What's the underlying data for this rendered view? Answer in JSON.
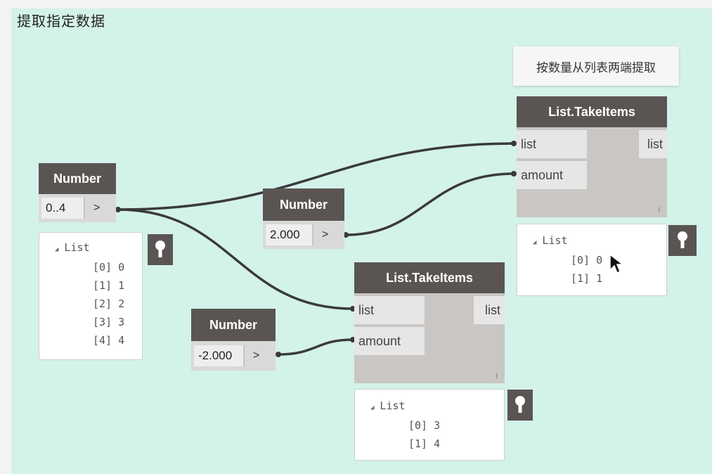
{
  "group": {
    "title": "提取指定数据"
  },
  "note": {
    "text": "按数量从列表两端提取"
  },
  "nodes": {
    "number_range": {
      "title": "Number",
      "value": "0..4",
      "out": ">"
    },
    "number_2": {
      "title": "Number",
      "value": "2.000",
      "out": ">"
    },
    "number_neg2": {
      "title": "Number",
      "value": "-2.000",
      "out": ">"
    },
    "takeitems_top": {
      "title": "List.TakeItems",
      "in_list": "list",
      "in_amount": "amount",
      "out_list": "list",
      "mark": "l"
    },
    "takeitems_bottom": {
      "title": "List.TakeItems",
      "in_list": "list",
      "in_amount": "amount",
      "out_list": "list",
      "mark": "l"
    }
  },
  "previews": {
    "range": {
      "header": "List",
      "items": [
        "[0] 0",
        "[1] 1",
        "[2] 2",
        "[3] 3",
        "[4] 4"
      ]
    },
    "top_result": {
      "header": "List",
      "items": [
        "[0] 0",
        "[1] 1"
      ]
    },
    "bottom_result": {
      "header": "List",
      "items": [
        "[0] 3",
        "[1] 4"
      ]
    }
  },
  "colors": {
    "group_bg": "#d3f2e9",
    "node_header": "#5a5553",
    "node_body": "#c9c6c3",
    "wire": "#3a3a3a"
  },
  "icons": {
    "pin": "pin-icon",
    "cursor": "mouse-cursor-icon",
    "expand": "triangle-expand-icon"
  }
}
